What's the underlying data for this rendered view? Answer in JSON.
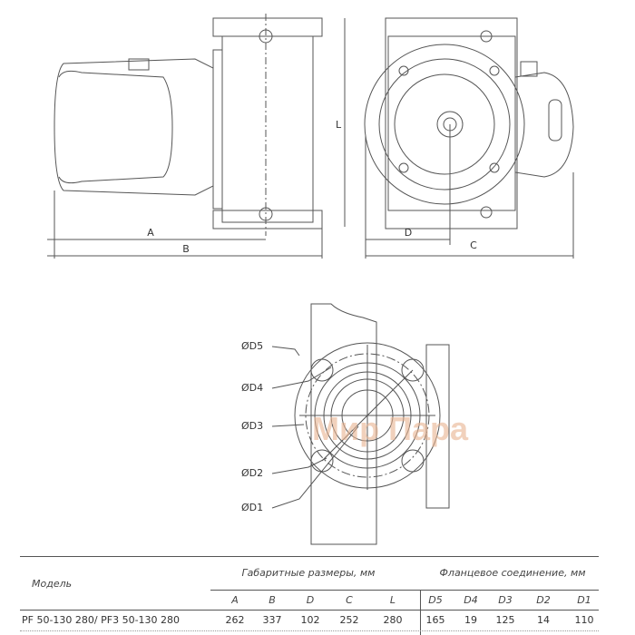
{
  "drawing": {
    "side_view_labels": {
      "A": "A",
      "B": "B"
    },
    "front_view_labels": {
      "L": "L",
      "D": "D",
      "C": "C"
    },
    "flange_labels": [
      "ØD5",
      "ØD4",
      "ØD3",
      "ØD2",
      "ØD1"
    ],
    "watermark": "Мир Пара"
  },
  "table": {
    "model_header": "Модель",
    "group_dims": "Габаритные размеры, мм",
    "group_flange": "Фланцевое соединение, мм",
    "columns": [
      "A",
      "B",
      "D",
      "C",
      "L",
      "D5",
      "D4",
      "D3",
      "D2",
      "D1"
    ],
    "rows": [
      {
        "model": "PF 50-130 280/ PF3 50-130 280",
        "values": [
          "262",
          "337",
          "102",
          "252",
          "280",
          "165",
          "19",
          "125",
          "14",
          "110"
        ]
      }
    ]
  }
}
